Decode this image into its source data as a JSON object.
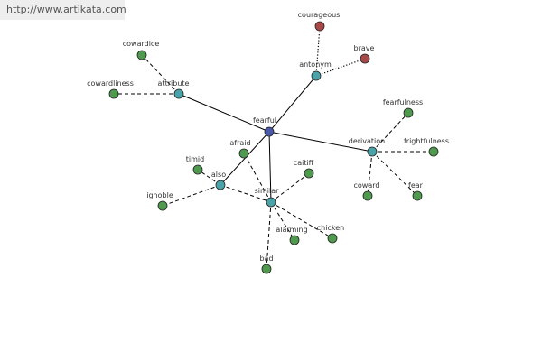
{
  "watermark": "http://www.artikata.com",
  "colors": {
    "center": "#4a5aa8",
    "relation": "#4aa3a8",
    "word": "#4f9a4f",
    "antonym_word": "#a84848"
  },
  "nodes": [
    {
      "id": "fearful",
      "label": "fearful",
      "kind": "center"
    },
    {
      "id": "antonym",
      "label": "antonym",
      "kind": "relation"
    },
    {
      "id": "attribute",
      "label": "attribute",
      "kind": "relation"
    },
    {
      "id": "derivation",
      "label": "derivation",
      "kind": "relation"
    },
    {
      "id": "also",
      "label": "also",
      "kind": "relation"
    },
    {
      "id": "similar",
      "label": "similar",
      "kind": "relation"
    },
    {
      "id": "courageous",
      "label": "courageous",
      "kind": "antonym_word"
    },
    {
      "id": "brave",
      "label": "brave",
      "kind": "antonym_word"
    },
    {
      "id": "cowardice",
      "label": "cowardice",
      "kind": "word"
    },
    {
      "id": "cowardliness",
      "label": "cowardliness",
      "kind": "word"
    },
    {
      "id": "fearfulness",
      "label": "fearfulness",
      "kind": "word"
    },
    {
      "id": "frightfulness",
      "label": "frightfulness",
      "kind": "word"
    },
    {
      "id": "coward",
      "label": "coward",
      "kind": "word"
    },
    {
      "id": "fear",
      "label": "fear",
      "kind": "word"
    },
    {
      "id": "afraid",
      "label": "afraid",
      "kind": "word"
    },
    {
      "id": "timid",
      "label": "timid",
      "kind": "word"
    },
    {
      "id": "ignoble",
      "label": "ignoble",
      "kind": "word"
    },
    {
      "id": "caitiff",
      "label": "caitiff",
      "kind": "word"
    },
    {
      "id": "alarming",
      "label": "alarming",
      "kind": "word"
    },
    {
      "id": "chicken",
      "label": "chicken",
      "kind": "word"
    },
    {
      "id": "bad",
      "label": "bad",
      "kind": "word"
    }
  ],
  "edges": [
    {
      "from": "fearful",
      "to": "antonym",
      "style": "solid"
    },
    {
      "from": "fearful",
      "to": "attribute",
      "style": "solid"
    },
    {
      "from": "fearful",
      "to": "derivation",
      "style": "solid"
    },
    {
      "from": "fearful",
      "to": "also",
      "style": "solid"
    },
    {
      "from": "fearful",
      "to": "similar",
      "style": "solid"
    },
    {
      "from": "antonym",
      "to": "courageous",
      "style": "dotted"
    },
    {
      "from": "antonym",
      "to": "brave",
      "style": "dotted"
    },
    {
      "from": "attribute",
      "to": "cowardice",
      "style": "dashed"
    },
    {
      "from": "attribute",
      "to": "cowardliness",
      "style": "dashed"
    },
    {
      "from": "derivation",
      "to": "fearfulness",
      "style": "dashed"
    },
    {
      "from": "derivation",
      "to": "frightfulness",
      "style": "dashed"
    },
    {
      "from": "derivation",
      "to": "coward",
      "style": "dashed"
    },
    {
      "from": "derivation",
      "to": "fear",
      "style": "dashed"
    },
    {
      "from": "also",
      "to": "timid",
      "style": "dashed"
    },
    {
      "from": "also",
      "to": "ignoble",
      "style": "dashed"
    },
    {
      "from": "also",
      "to": "similar",
      "style": "dashed"
    },
    {
      "from": "similar",
      "to": "afraid",
      "style": "dashed"
    },
    {
      "from": "similar",
      "to": "caitiff",
      "style": "dashed"
    },
    {
      "from": "similar",
      "to": "alarming",
      "style": "dashed"
    },
    {
      "from": "similar",
      "to": "chicken",
      "style": "dashed"
    },
    {
      "from": "similar",
      "to": "bad",
      "style": "dashed"
    }
  ]
}
